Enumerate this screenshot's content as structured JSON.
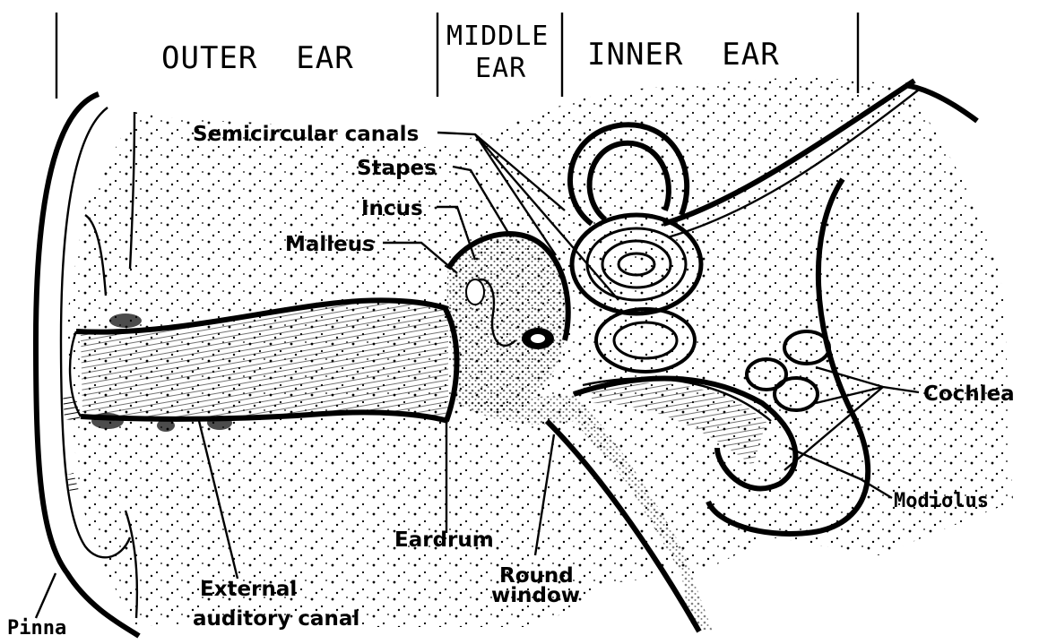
{
  "sections": {
    "outer_ear": "OUTER  EAR",
    "middle_ear_line1": "MIDDLE",
    "middle_ear_line2": "EAR",
    "inner_ear": "INNER  EAR"
  },
  "labels": {
    "semicircular_canals": "Semicircular canals",
    "stapes": "Stapes",
    "incus": "Incus",
    "malleus": "Malleus",
    "cochlea": "Cochlea",
    "modiolus": "Modiolus",
    "eardrum": "Eardrum",
    "round_window_line1": "Round",
    "round_window_line2": "window",
    "external_line1": "External",
    "external_line2": "auditory canal",
    "pinna": "Pinna"
  }
}
